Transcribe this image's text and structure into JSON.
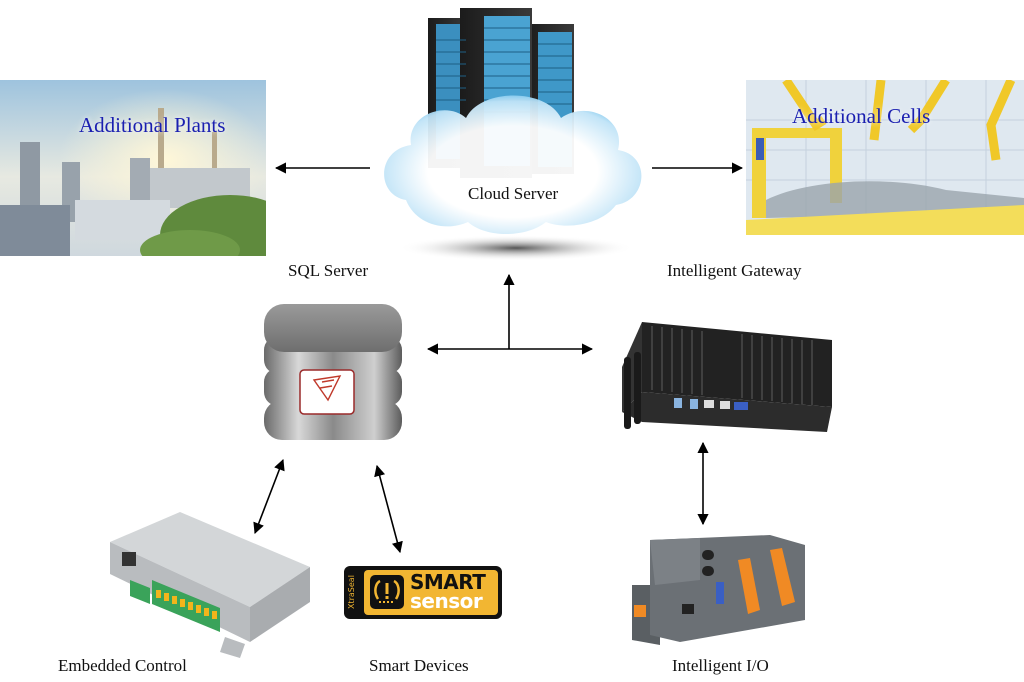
{
  "diagram": {
    "nodes": {
      "cloud_server": {
        "label": "Cloud Server"
      },
      "additional_plants": {
        "label": "Additional Plants",
        "title_color": "#1a1fb0"
      },
      "additional_cells": {
        "label": "Additional Cells",
        "title_color": "#1a1fb0"
      },
      "sql_server": {
        "label": "SQL Server"
      },
      "intelligent_gateway": {
        "label": "Intelligent Gateway"
      },
      "embedded_control": {
        "label": "Embedded Control"
      },
      "smart_devices": {
        "label": "Smart Devices",
        "logo_top": "SMART",
        "logo_bottom": "sensor",
        "logo_side": "XtraSeal",
        "logo_color": "#f2b632"
      },
      "intelligent_io": {
        "label": "Intelligent I/O"
      }
    },
    "connections": [
      {
        "from": "Cloud Server",
        "to": "Additional Plants",
        "direction": "one-way"
      },
      {
        "from": "Cloud Server",
        "to": "Additional Cells",
        "direction": "one-way"
      },
      {
        "from": "SQL Server / Intelligent Gateway link",
        "to": "Cloud Server",
        "direction": "one-way"
      },
      {
        "from": "SQL Server",
        "to": "Intelligent Gateway",
        "direction": "two-way"
      },
      {
        "from": "SQL Server",
        "to": "Embedded Control",
        "direction": "two-way"
      },
      {
        "from": "SQL Server",
        "to": "Smart Devices",
        "direction": "two-way"
      },
      {
        "from": "Intelligent Gateway",
        "to": "Intelligent I/O",
        "direction": "two-way"
      }
    ]
  }
}
